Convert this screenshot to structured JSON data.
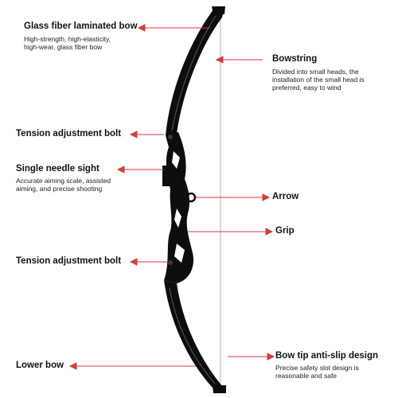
{
  "colors": {
    "leader": "#d93b3b",
    "bow": "#0d0d0d",
    "string": "#b5b5b5"
  },
  "labels": {
    "glass_fiber": {
      "title": "Glass fiber laminated bow",
      "desc": [
        "High-strength, high-elasticity,",
        "high-wear, glass fiber bow"
      ]
    },
    "bowstring": {
      "title": "Bowstring",
      "desc": [
        "Divided into small heads, the",
        "installation of the small head is",
        "preferred, easy to wind"
      ]
    },
    "tension_top": {
      "title": "Tension adjustment bolt"
    },
    "sight": {
      "title": "Single needle sight",
      "desc": [
        "Accurate aiming scale, assisted",
        "aiming, and precise shooting"
      ]
    },
    "arrow": {
      "title": "Arrow"
    },
    "grip": {
      "title": "Grip"
    },
    "tension_bottom": {
      "title": "Tension adjustment bolt"
    },
    "bow_tip": {
      "title": "Bow tip anti-slip design",
      "desc": [
        "Precise safety slot design is",
        "reasonable and safe"
      ]
    },
    "lower_bow": {
      "title": "Lower bow"
    }
  }
}
